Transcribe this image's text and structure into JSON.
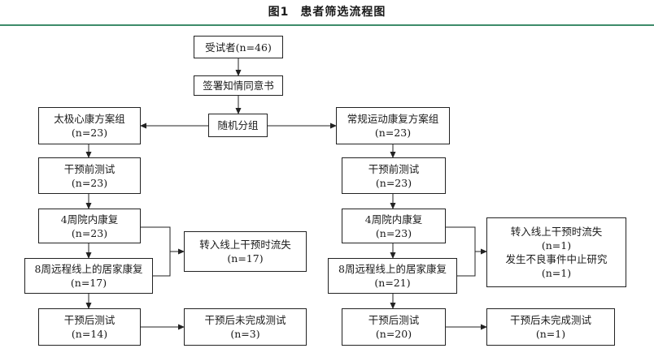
{
  "figure": {
    "number": "图1",
    "title": "患者筛选流程图"
  },
  "nodes": {
    "subjects": {
      "line1": "受试者(n=46)"
    },
    "consent": {
      "line1": "签署知情同意书"
    },
    "randomize": {
      "line1": "随机分组"
    },
    "left_group": {
      "line1": "太极心康方案组",
      "line2": "(n=23)"
    },
    "right_group": {
      "line1": "常规运动康复方案组",
      "line2": "(n=23)"
    },
    "left_pre": {
      "line1": "干预前测试",
      "line2": "(n=23)"
    },
    "right_pre": {
      "line1": "干预前测试",
      "line2": "(n=23)"
    },
    "left_week4": {
      "line1": "4周院内康复",
      "line2": "(n=23)"
    },
    "right_week4": {
      "line1": "4周院内康复",
      "line2": "(n=23)"
    },
    "left_dropout": {
      "line1": "转入线上干预时流失",
      "line2": "(n=17)"
    },
    "right_dropout": {
      "line1": "转入线上干预时流失",
      "line2": "(n=1)",
      "line3": "发生不良事件中止研究",
      "line4": "(n=1)"
    },
    "left_week8": {
      "line1": "8周远程线上的居家康复",
      "line2": "(n=17)"
    },
    "right_week8": {
      "line1": "8周远程线上的居家康复",
      "line2": "(n=21)"
    },
    "left_post": {
      "line1": "干预后测试",
      "line2": "(n=14)"
    },
    "right_post": {
      "line1": "干预后测试",
      "line2": "(n=20)"
    },
    "left_incomplete": {
      "line1": "干预后未完成测试",
      "line2": "(n=3)"
    },
    "right_incomplete": {
      "line1": "干预后未完成测试",
      "line2": "(n=1)"
    }
  }
}
